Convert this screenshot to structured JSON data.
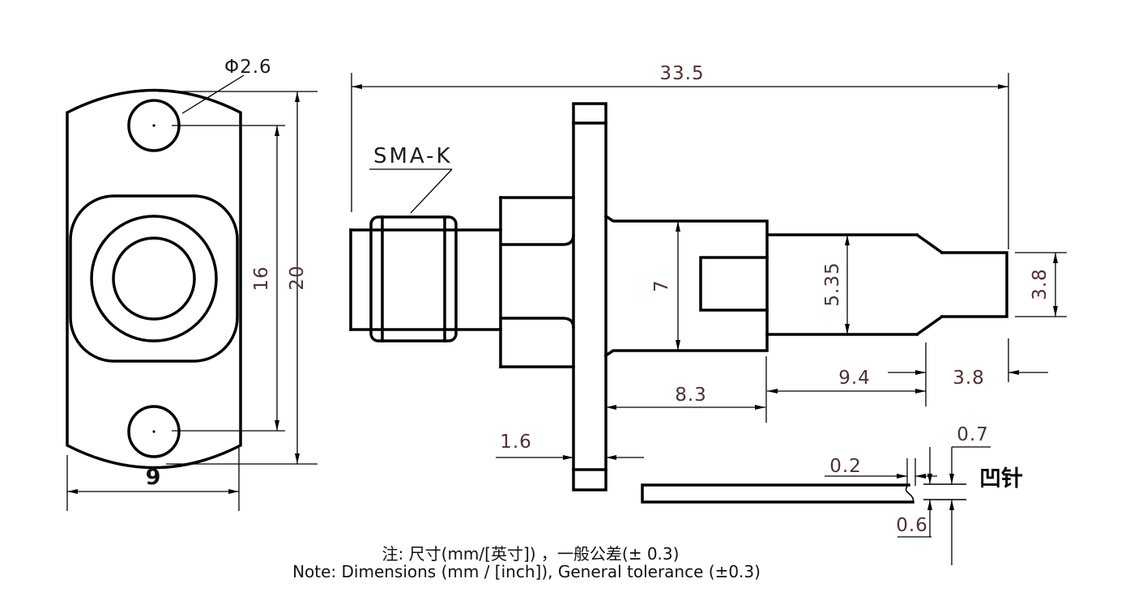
{
  "drawing": {
    "connector_label": "SMA-K",
    "hole_callout": "Φ2.6",
    "pin_note": "凹针",
    "front_view": {
      "hole_spacing": "16",
      "flange_height": "20",
      "flange_width": "9"
    },
    "side_view": {
      "overall_length": "33.5",
      "body_diameter": "7",
      "barrel_diameter": "5.35",
      "tip_diameter": "3.8",
      "body_length": "8.3",
      "barrel_length": "9.4",
      "tip_length": "3.8",
      "flange_thickness": "1.6",
      "recess_depth": "0.2",
      "recess_opening": "0.7",
      "pin_thickness": "0.6"
    },
    "notes": {
      "zh": "注: 尺寸(mm/[英寸]) ，一般公差(± 0.3)",
      "en": "Note: Dimensions (mm / [inch]), General tolerance (±0.3)"
    },
    "colors": {
      "line": "#000000",
      "dim_text": "#4f3232",
      "label_text": "#1c1c1c",
      "background": "#ffffff"
    }
  }
}
